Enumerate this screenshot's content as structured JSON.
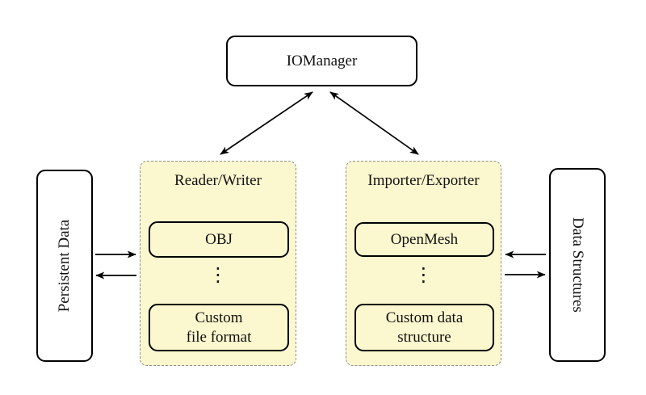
{
  "colors": {
    "background": "#ffffff",
    "group_fill": "#fbf7ce",
    "group_border": "#8f8f8f",
    "node_border": "#000000",
    "node_fill": "#ffffff",
    "arrow": "#000000",
    "text": "#111111"
  },
  "nodes": {
    "iomanager": "IOManager",
    "persistent_data": "Persistent Data",
    "data_structures": "Data Structures"
  },
  "groups": {
    "reader_writer": {
      "title": "Reader/Writer",
      "item_top": "OBJ",
      "ellipsis": "⋮",
      "item_bottom_line1": "Custom",
      "item_bottom_line2": "file format"
    },
    "importer_exporter": {
      "title": "Importer/Exporter",
      "item_top": "OpenMesh",
      "ellipsis": "⋮",
      "item_bottom_line1": "Custom data",
      "item_bottom_line2": "structure"
    }
  },
  "edges": [
    {
      "from": "iomanager",
      "to": "reader_writer",
      "style": "double-headed"
    },
    {
      "from": "iomanager",
      "to": "importer_exporter",
      "style": "double-headed"
    },
    {
      "from": "persistent_data",
      "to": "reader_writer",
      "style": "single"
    },
    {
      "from": "reader_writer",
      "to": "persistent_data",
      "style": "single"
    },
    {
      "from": "data_structures",
      "to": "importer_exporter",
      "style": "single"
    },
    {
      "from": "importer_exporter",
      "to": "data_structures",
      "style": "single"
    }
  ]
}
